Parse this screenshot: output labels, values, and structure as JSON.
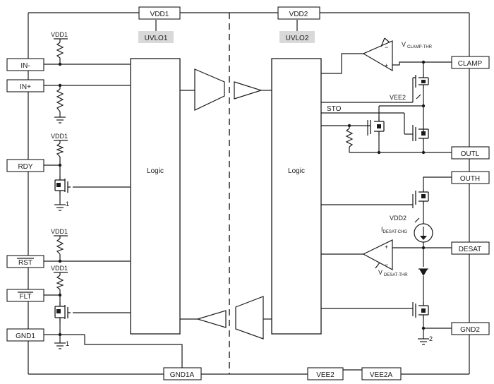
{
  "pins": {
    "in_minus": "IN-",
    "in_plus": "IN+",
    "rdy": "RDY",
    "rst": "RST",
    "flt": "FLT",
    "gnd1": "GND1",
    "gnd1a": "GND1A",
    "vdd1": "VDD1",
    "vdd2": "VDD2",
    "clamp": "CLAMP",
    "outl": "OUTL",
    "outh": "OUTH",
    "desat": "DESAT",
    "gnd2": "GND2",
    "vee2": "VEE2",
    "vee2a": "VEE2A"
  },
  "blocks": {
    "logic_left": "Logic",
    "logic_right": "Logic",
    "uvlo1": "UVLO1",
    "uvlo2": "UVLO2"
  },
  "labels": {
    "pullup_vdd1": "VDD1",
    "sto": "STO",
    "vee2_node": "VEE2",
    "vdd2_node": "VDD2",
    "desat_current_main": "I",
    "desat_current_sub": "DESAT-CHG",
    "vclamp_main": "V",
    "vclamp_sub": "CLAMP-THR",
    "vdesat_main": "V",
    "vdesat_sub": "DESAT-THR",
    "ground_mark": "1",
    "ground_mark_2": "2",
    "comp_plus": "+",
    "comp_minus": "−"
  }
}
